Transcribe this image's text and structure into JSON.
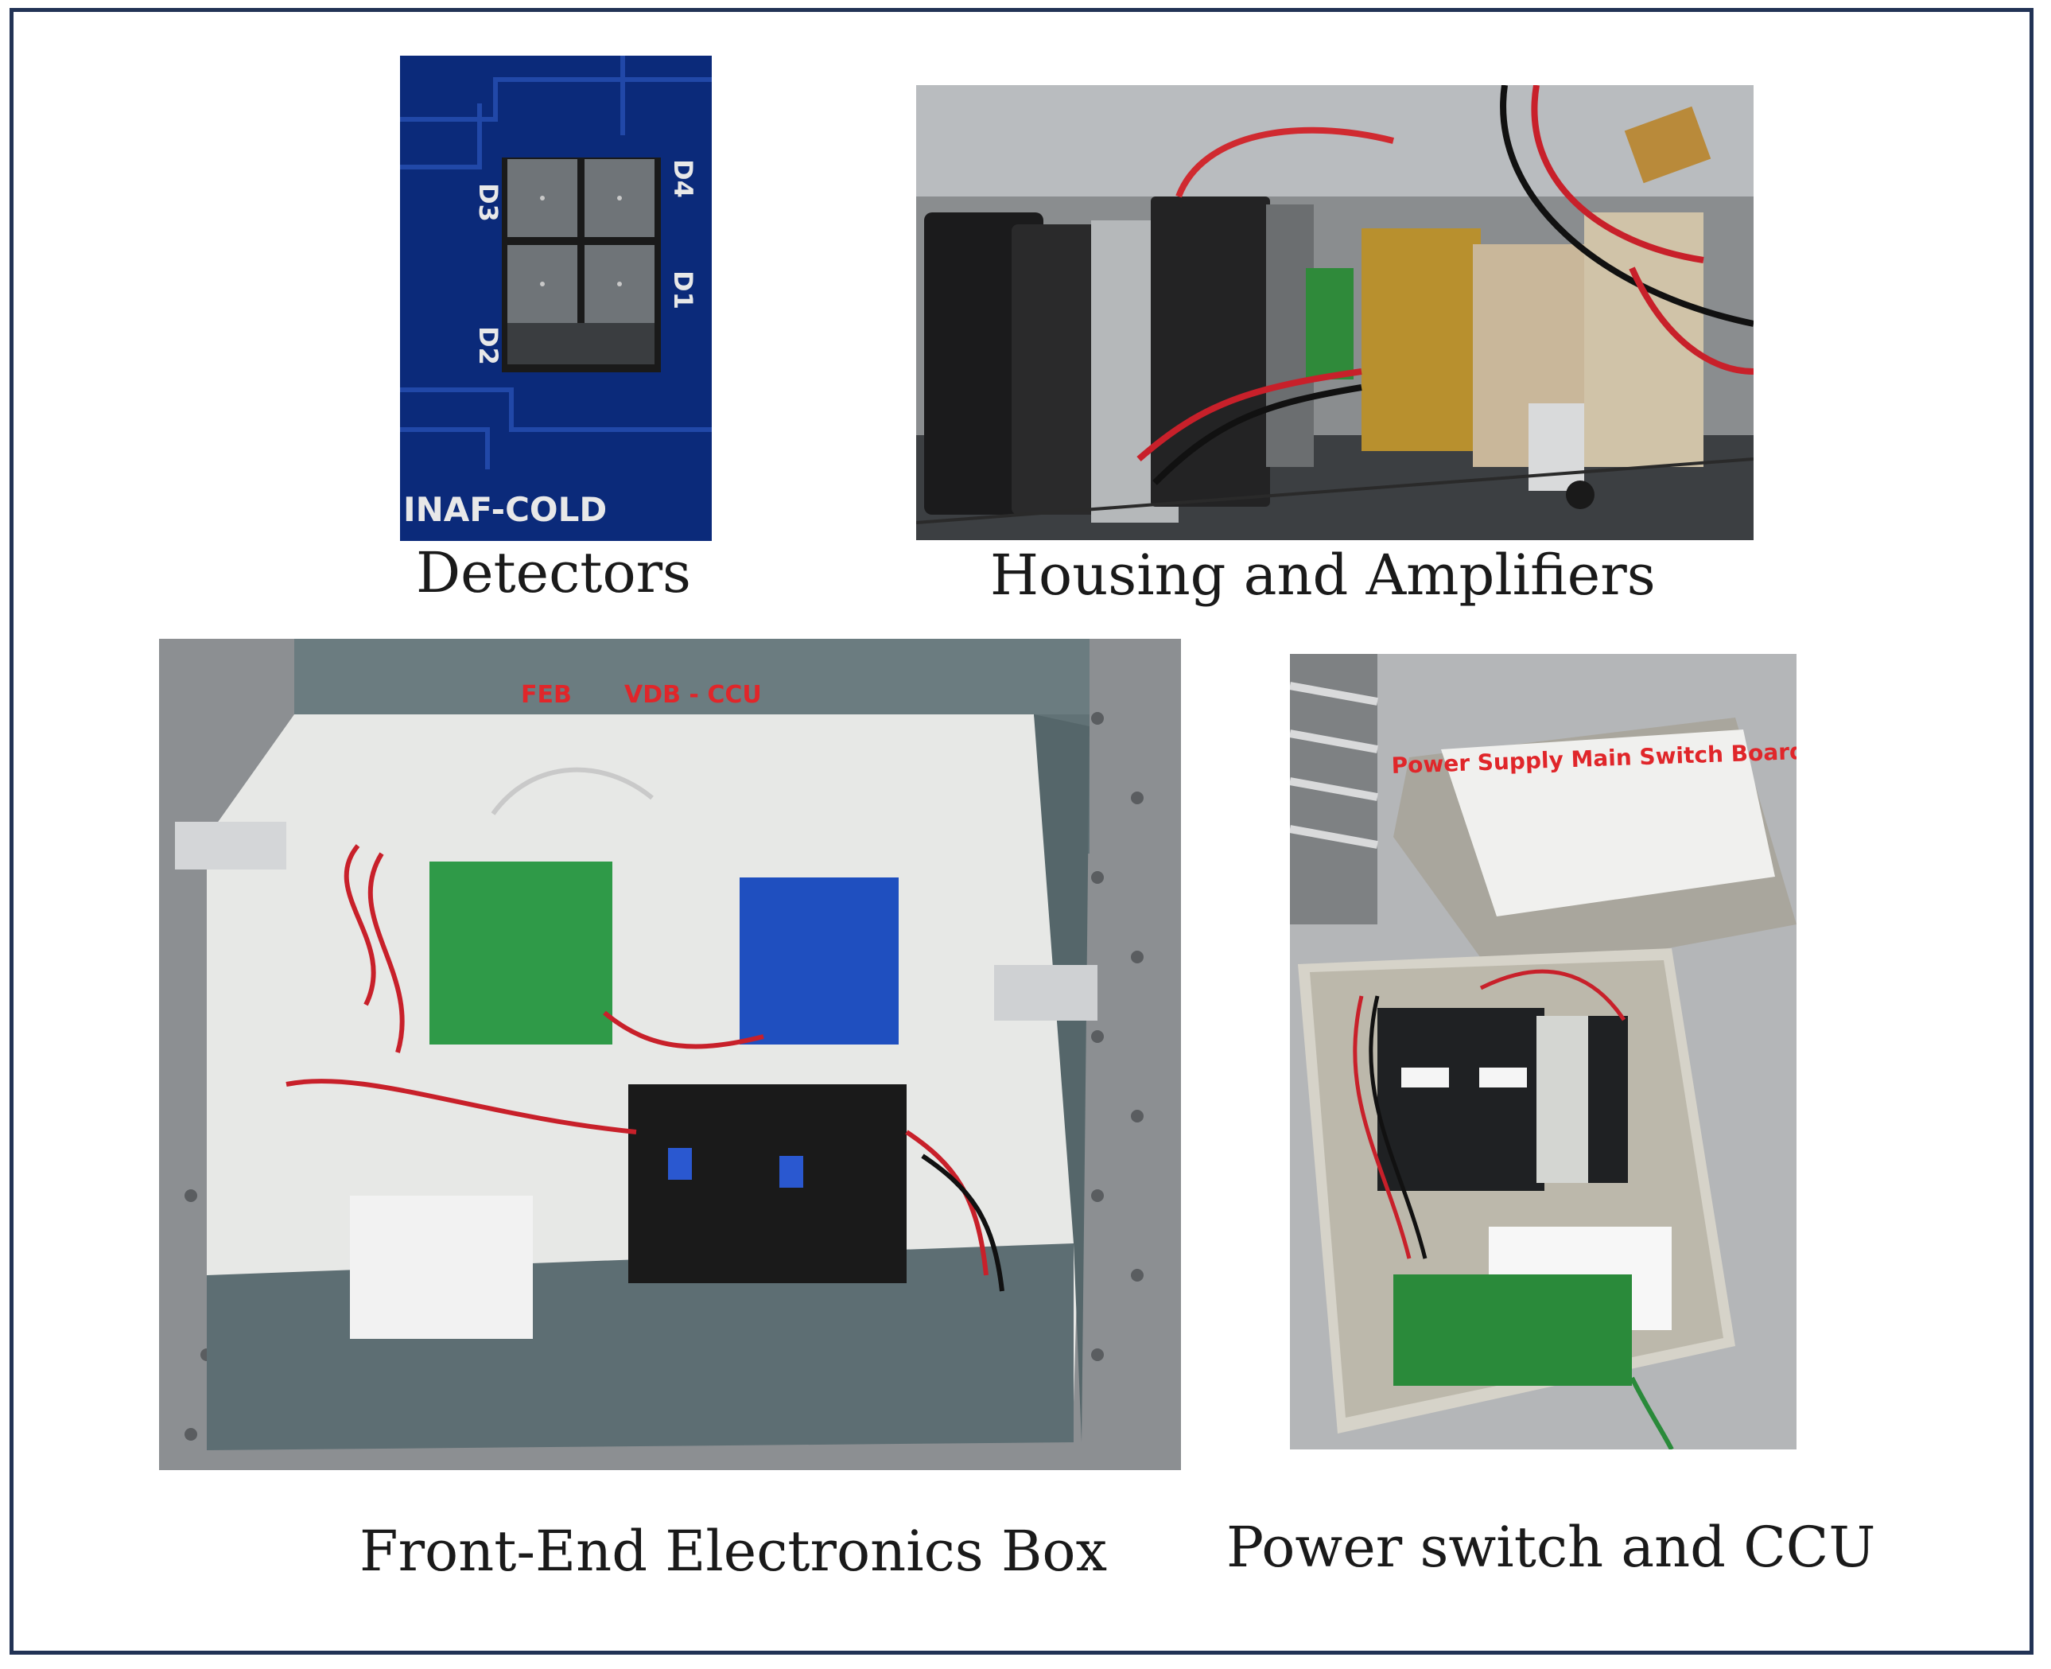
{
  "panels": [
    {
      "caption": "Detectors",
      "pcb_labels": [
        "D3",
        "D4",
        "D2",
        "D1"
      ],
      "silkscreen": "INAF-COLD"
    },
    {
      "caption": "Housing and Amplifiers"
    },
    {
      "caption": "Front-End Electronics Box",
      "photo_labels": [
        "FEB",
        "VDB - CCU"
      ]
    },
    {
      "caption": "Power switch and CCU",
      "photo_label": "Power Supply Main Switch Board"
    }
  ],
  "colors": {
    "frame": "#223355",
    "pcb_blue": "#0b2a7a",
    "box_gray": "#5d6e73",
    "label_red": "#e0262a"
  }
}
